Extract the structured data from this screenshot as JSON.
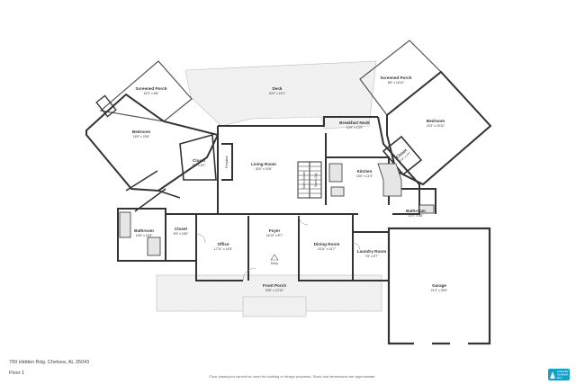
{
  "address": "799 Hidden Rdg, Chelsea, AL 35043",
  "floor": "Floor 1",
  "disclaimer": "Floor plans/your cannot be used for building or design purposes. Sizes and dimensions are approximate.",
  "logo": {
    "lines": [
      "GREATER",
      "ALABAMA",
      "MLS"
    ],
    "color": "#15a0c8"
  },
  "rooms": {
    "screened_porch_left": {
      "name": "Screened Porch",
      "dims": "16'3\" x 8'6\""
    },
    "deck": {
      "name": "Deck",
      "dims": "40'0\" x 15'1\""
    },
    "screened_porch_right": {
      "name": "Screened Porch",
      "dims": "8'8\" x 16'10\""
    },
    "bedroom_left": {
      "name": "Bedroom",
      "dims": "16'5\" x 23'6\""
    },
    "bedroom_right": {
      "name": "Bedroom",
      "dims": "15'3\" x 20'11\""
    },
    "breakfast_nook": {
      "name": "Breakfast Nook",
      "dims": "12'9\" x 13'9\""
    },
    "closet_upper_left": {
      "name": "Closet",
      "dims": "9'8\" x 6'2\""
    },
    "fireplace": {
      "name": "Fireplace"
    },
    "living_room": {
      "name": "Living Room",
      "dims": "30'0\" x 19'8\""
    },
    "stairs_down": {
      "name": "Stairs (Down)"
    },
    "stairs_up": {
      "name": "Stairs (Up)"
    },
    "kitchen": {
      "name": "Kitchen",
      "dims": "16'0\" x 11'5\""
    },
    "closet_right": {
      "name": "Closet",
      "dims": "10'4\" x 7'5\""
    },
    "bathroom_left": {
      "name": "Bathroom",
      "dims": "16'6\" x 15'8\""
    },
    "bathroom_right": {
      "name": "Bathroom",
      "dims": "10'4\" x 8'8\""
    },
    "closet_lower": {
      "name": "Closet",
      "dims": "6'9\" x 15'6\""
    },
    "office": {
      "name": "Office",
      "dims": "17'11\" x 14'8\""
    },
    "foyer": {
      "name": "Foyer",
      "dims": "16'10\" x 8'7\""
    },
    "dining_room": {
      "name": "Dining Room",
      "dims": "15'11\" x 14'7\""
    },
    "laundry_room": {
      "name": "Laundry Room",
      "dims": "7'8\" x 8'7\""
    },
    "garage": {
      "name": "Garage",
      "dims": "21'4\" x 25'6\""
    },
    "entry": {
      "name": "Entry"
    },
    "front_porch": {
      "name": "Front Porch",
      "dims": "33'6\" x 13'10\""
    }
  }
}
